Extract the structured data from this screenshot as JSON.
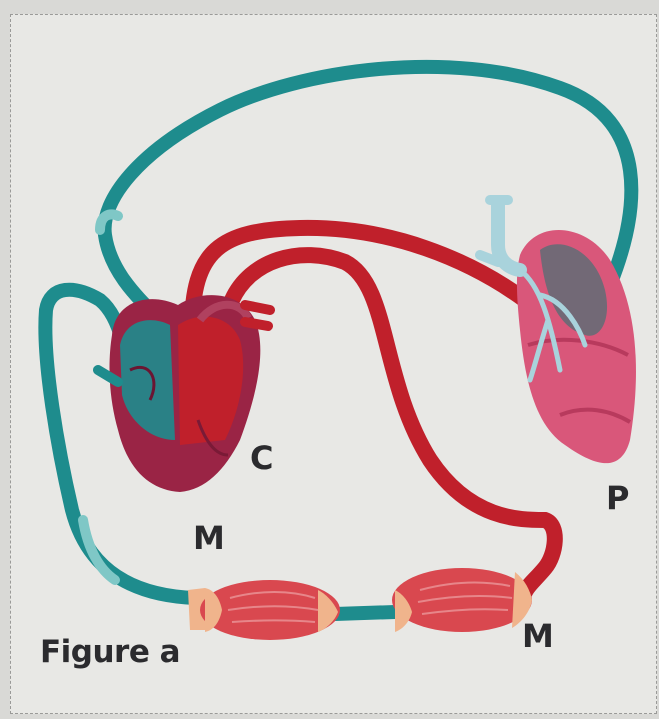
{
  "labels": {
    "heart_label": "C",
    "lung_label": "P",
    "muscle_label_left": "M",
    "muscle_label_right": "M"
  },
  "caption": "Figure a",
  "colors": {
    "oxygenated": "#c0202b",
    "deoxygenated": "#1e8c8d",
    "heart": "#9a2445",
    "lung": "#d9577a",
    "muscle": "#d9484f",
    "tendon": "#f0b48c",
    "background": "#e8e8e5"
  }
}
